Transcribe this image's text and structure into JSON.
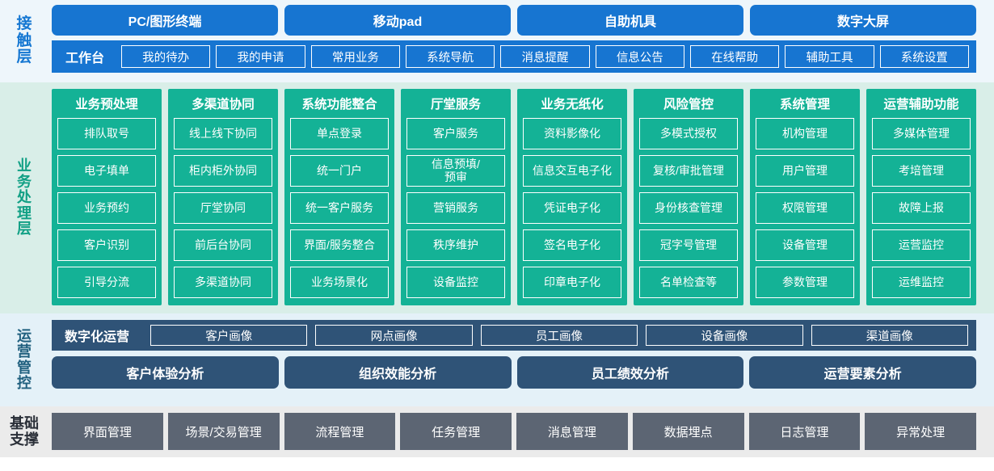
{
  "layers": {
    "contact": {
      "label_chars": [
        "接",
        "触",
        "层"
      ],
      "accent": "#1775d1",
      "terminals": [
        "PC/图形终端",
        "移动pad",
        "自助机具",
        "数字大屏"
      ],
      "workbench_title": "工作台",
      "workbench_items": [
        "我的待办",
        "我的申请",
        "常用业务",
        "系统导航",
        "消息提醒",
        "信息公告",
        "在线帮助",
        "辅助工具",
        "系统设置"
      ]
    },
    "business": {
      "label_chars": [
        "业",
        "务",
        "处",
        "理",
        "层"
      ],
      "accent": "#14b296",
      "columns": [
        {
          "title": "业务预处理",
          "items": [
            "排队取号",
            "电子填单",
            "业务预约",
            "客户识别",
            "引导分流"
          ]
        },
        {
          "title": "多渠道协同",
          "items": [
            "线上线下协同",
            "柜内柜外协同",
            "厅堂协同",
            "前后台协同",
            "多渠道协同"
          ]
        },
        {
          "title": "系统功能整合",
          "items": [
            "单点登录",
            "统一门户",
            "统一客户服务",
            "界面/服务整合",
            "业务场景化"
          ]
        },
        {
          "title": "厅堂服务",
          "items": [
            "客户服务",
            "信息预填/\n预审",
            "营销服务",
            "秩序维护",
            "设备监控"
          ]
        },
        {
          "title": "业务无纸化",
          "items": [
            "资料影像化",
            "信息交互电子化",
            "凭证电子化",
            "签名电子化",
            "印章电子化"
          ]
        },
        {
          "title": "风险管控",
          "items": [
            "多模式授权",
            "复核/审批管理",
            "身份核查管理",
            "冠字号管理",
            "名单检查等"
          ]
        },
        {
          "title": "系统管理",
          "items": [
            "机构管理",
            "用户管理",
            "权限管理",
            "设备管理",
            "参数管理"
          ]
        },
        {
          "title": "运营辅助功能",
          "items": [
            "多媒体管理",
            "考培管理",
            "故障上报",
            "运营监控",
            "运维监控"
          ]
        }
      ]
    },
    "operations": {
      "label_chars": [
        "运",
        "营",
        "管",
        "控"
      ],
      "accent": "#2f5377",
      "portrait_title": "数字化运营",
      "portrait_items": [
        "客户画像",
        "网点画像",
        "员工画像",
        "设备画像",
        "渠道画像"
      ],
      "analysis_items": [
        "客户体验分析",
        "组织效能分析",
        "员工绩效分析",
        "运营要素分析"
      ]
    },
    "foundation": {
      "label_rows": [
        [
          "基",
          "础"
        ],
        [
          "支",
          "撑"
        ]
      ],
      "accent": "#5c6573",
      "items": [
        "界面管理",
        "场景/交易管理",
        "流程管理",
        "任务管理",
        "消息管理",
        "数据埋点",
        "日志管理",
        "异常处理"
      ]
    }
  }
}
